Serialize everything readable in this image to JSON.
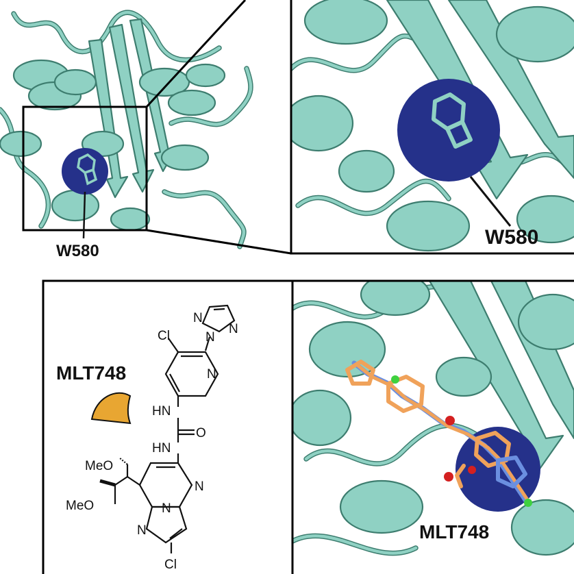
{
  "panels": {
    "overview": {
      "residue_label": "W580"
    },
    "zoom": {
      "residue_label": "W580"
    },
    "compound": {
      "name": "MLT748",
      "atoms": {
        "cl_top": "Cl",
        "n_triazole_1": "N",
        "n_triazole_2": "N",
        "n_triazole_3": "N",
        "n_pyridine": "N",
        "nh_1": "HN",
        "o_carbonyl": "O",
        "nh_2": "HN",
        "meo_1": "MeO",
        "meo_2": "MeO",
        "n_pyrimidine": "N",
        "n_bridge": "N",
        "n_pyrazole": "N",
        "cl_bottom": "Cl"
      }
    },
    "bound": {
      "ligand_label": "MLT748"
    }
  },
  "colors": {
    "protein": "#8fd1c3",
    "protein_outline": "#3d7d6f",
    "tryptophan_sphere": "#25318a",
    "ligand_carbon": "#f0a25a",
    "ligand_nitrogen": "#6b8fe0",
    "ligand_oxygen": "#d42020",
    "ligand_chlorine": "#3fd13f",
    "compound_icon": "#e8a632"
  },
  "icons": {
    "compound_icon": "wedge-icon"
  }
}
